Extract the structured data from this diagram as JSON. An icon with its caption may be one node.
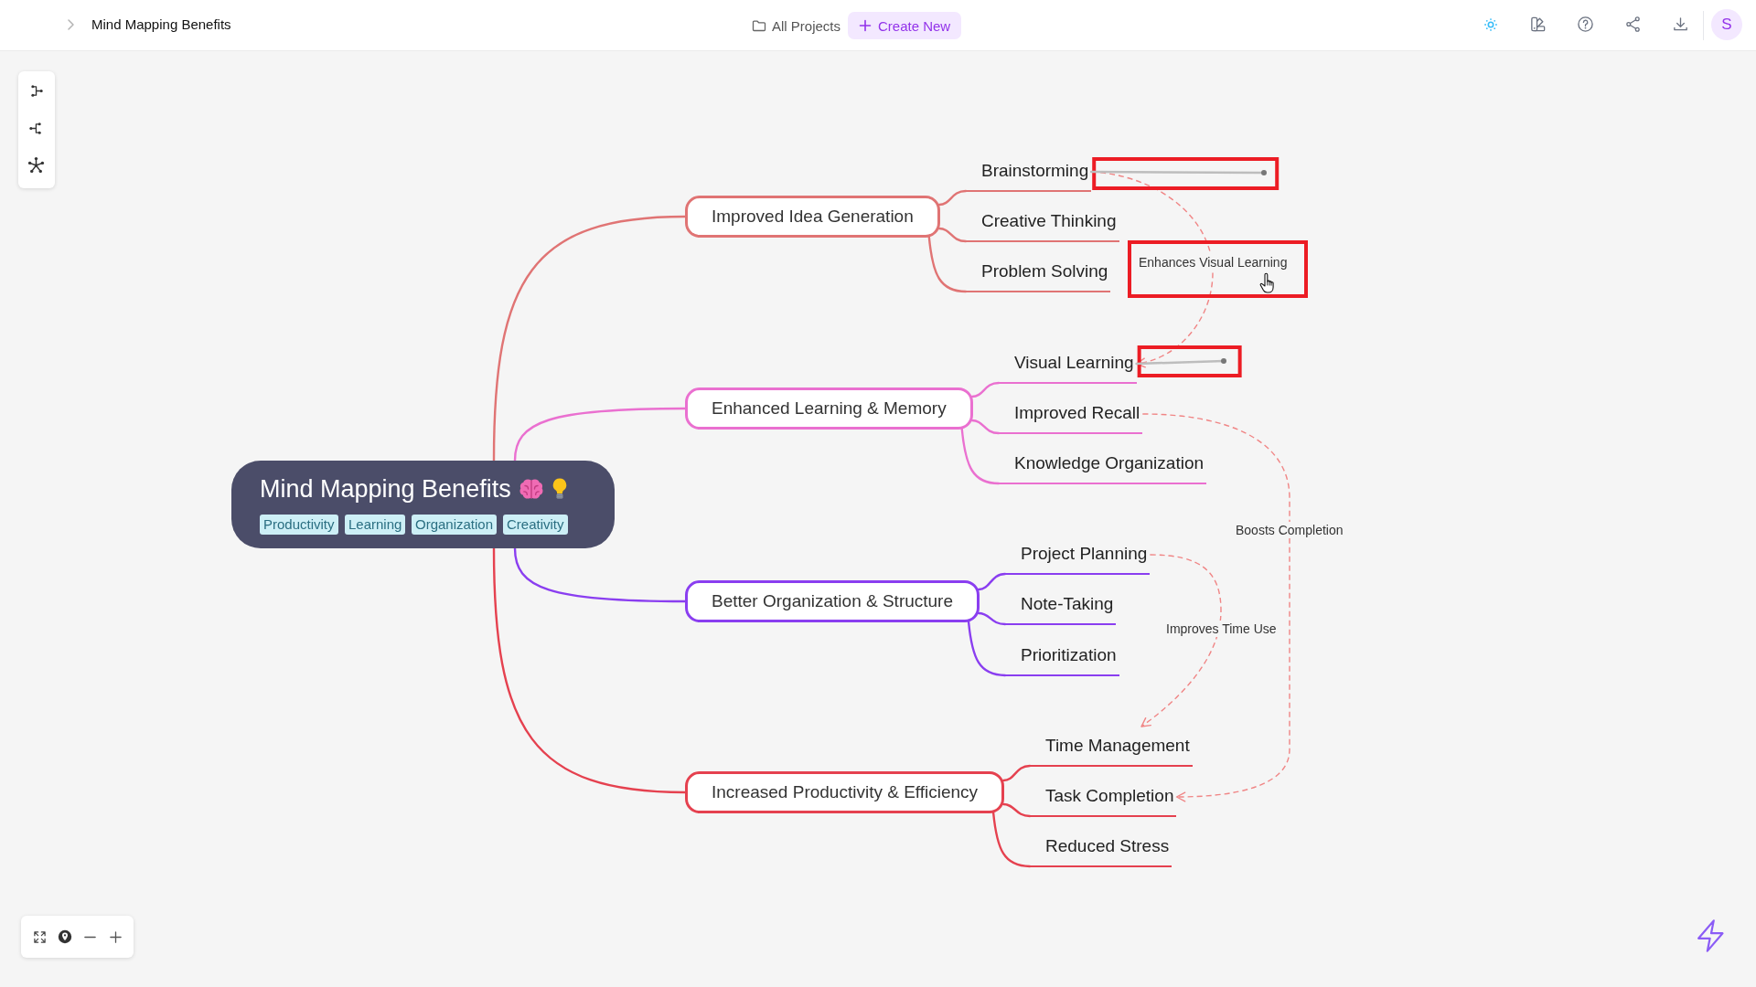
{
  "diagram": {
    "title": "Mind Mapping Benefits",
    "nodes": [
      {
        "text": [
          "Mind Mapping Benefits"
        ]
      },
      {
        "text": [
          "Productivity"
        ],
        "in": 0
      },
      {
        "text": [
          "Learning"
        ],
        "in": 0
      },
      {
        "text": [
          "Organization"
        ],
        "in": 0
      },
      {
        "text": [
          "Creativity"
        ],
        "in": 0
      },
      {
        "text": [
          "Improved Idea Generation"
        ]
      },
      {
        "text": [
          "Brainstorming"
        ]
      },
      {
        "text": [
          "Creative Thinking"
        ]
      },
      {
        "text": [
          "Problem Solving"
        ]
      },
      {
        "text": [
          "Enhanced Learning & Memory"
        ]
      },
      {
        "text": [
          "Visual Learning"
        ]
      },
      {
        "text": [
          "Improved Recall"
        ]
      },
      {
        "text": [
          "Knowledge Organization"
        ]
      },
      {
        "text": [
          "Better Organization & Structure"
        ]
      },
      {
        "text": [
          "Project Planning"
        ]
      },
      {
        "text": [
          "Note-Taking"
        ]
      },
      {
        "text": [
          "Prioritization"
        ]
      },
      {
        "text": [
          "Increased Productivity & Efficiency"
        ]
      },
      {
        "text": [
          "Time Management"
        ]
      },
      {
        "text": [
          "Task Completion"
        ]
      },
      {
        "text": [
          "Reduced Stress"
        ]
      }
    ],
    "edges": [
      {
        "from": 0,
        "to": 5,
        "arrow": "none",
        "color": "#e07474"
      },
      {
        "from": 5,
        "to": 6,
        "arrow": "none",
        "color": "#e07474"
      },
      {
        "from": 5,
        "to": 7,
        "arrow": "none",
        "color": "#e07474"
      },
      {
        "from": 5,
        "to": 8,
        "arrow": "none",
        "color": "#e07474"
      },
      {
        "from": 0,
        "to": 9,
        "arrow": "none",
        "color": "#ea70d0"
      },
      {
        "from": 9,
        "to": 10,
        "arrow": "none",
        "color": "#ea70d0"
      },
      {
        "from": 9,
        "to": 11,
        "arrow": "none",
        "color": "#ea70d0"
      },
      {
        "from": 9,
        "to": 12,
        "arrow": "none",
        "color": "#ea70d0"
      },
      {
        "from": 0,
        "to": 13,
        "arrow": "none",
        "color": "#8a3ef0"
      },
      {
        "from": 13,
        "to": 14,
        "arrow": "none",
        "color": "#8a3ef0"
      },
      {
        "from": 13,
        "to": 15,
        "arrow": "none",
        "color": "#8a3ef0"
      },
      {
        "from": 13,
        "to": 16,
        "arrow": "none",
        "color": "#8a3ef0"
      },
      {
        "from": 0,
        "to": 17,
        "arrow": "none",
        "color": "#e5414f"
      },
      {
        "from": 17,
        "to": 18,
        "arrow": "none",
        "color": "#e5414f"
      },
      {
        "from": 17,
        "to": 19,
        "arrow": "none",
        "color": "#e5414f"
      },
      {
        "from": 17,
        "to": 20,
        "arrow": "none",
        "color": "#e5414f"
      },
      {
        "from": 6,
        "to": 10,
        "arrow": "to",
        "label": "Enhances Visual Learning",
        "style": "dashed",
        "color": "#f08585"
      },
      {
        "from": 11,
        "to": 19,
        "arrow": "to",
        "label": "Boosts Completion",
        "style": "dashed",
        "color": "#f08585"
      },
      {
        "from": 14,
        "to": 18,
        "arrow": "to",
        "label": "Improves Time Use",
        "style": "dashed",
        "color": "#f08585"
      }
    ],
    "labels": [
      "All Projects",
      "Create New",
      "S"
    ]
  }
}
